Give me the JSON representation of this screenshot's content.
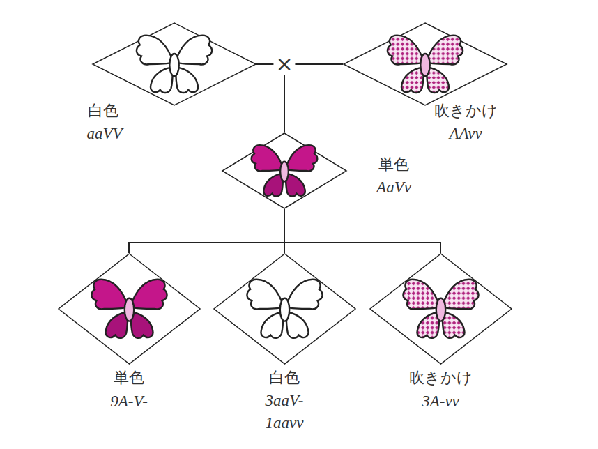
{
  "diagram": {
    "nodes": [
      {
        "text": [
          "白色",
          "aaVV"
        ]
      },
      {
        "text": [
          "吹きかけ",
          "AAvv"
        ]
      },
      {
        "text": [
          "単色",
          "AaVv"
        ]
      },
      {
        "text": [
          "単色",
          "9A-V-"
        ]
      },
      {
        "text": [
          "白色",
          "3aaV- 1aavv"
        ]
      },
      {
        "text": [
          "吹きかけ",
          "3A-vv"
        ]
      }
    ],
    "edges": [
      {
        "from": 0,
        "to": 2,
        "arrow": "none"
      },
      {
        "from": 1,
        "to": 2,
        "arrow": "none"
      },
      {
        "from": 2,
        "to": 3,
        "arrow": "none"
      },
      {
        "from": 2,
        "to": 4,
        "arrow": "none"
      },
      {
        "from": 2,
        "to": 5,
        "arrow": "none"
      }
    ],
    "labels": [
      "×"
    ]
  }
}
